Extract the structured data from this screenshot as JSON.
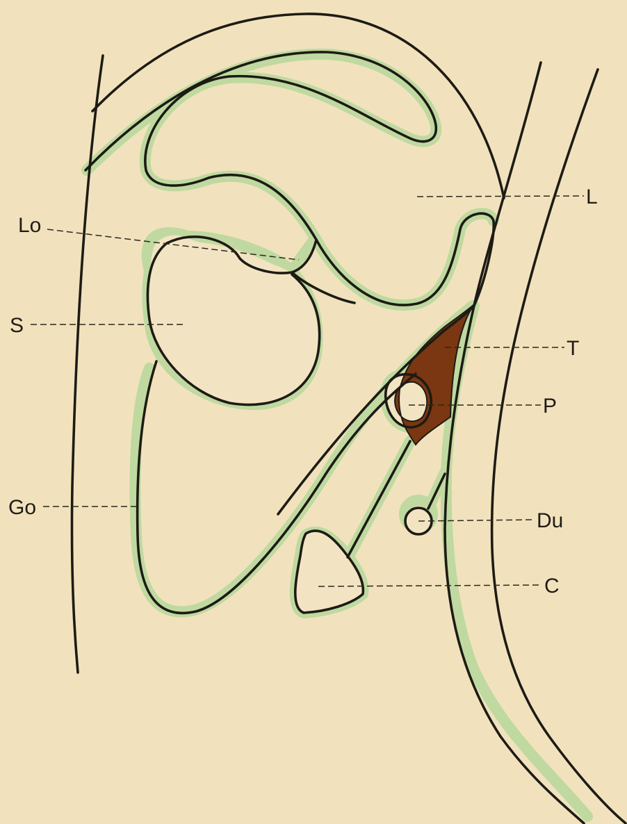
{
  "labels": {
    "L": "L",
    "Lo": "Lo",
    "S": "S",
    "T": "T",
    "P": "P",
    "Go": "Go",
    "Du": "Du",
    "C": "C"
  },
  "colors": {
    "paper": "#f1e2bd",
    "membrane": "#bfd9a0",
    "ink": "#1d1b14",
    "shaded_region": "#7a3712"
  }
}
